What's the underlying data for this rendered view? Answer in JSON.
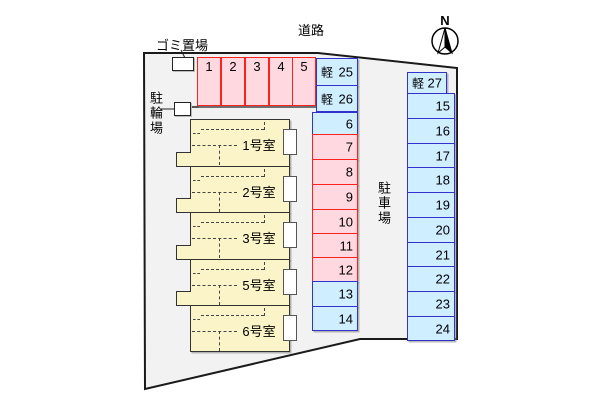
{
  "site": {
    "road_label": "道路",
    "north_label": "N",
    "garbage_label": "ゴミ置場",
    "bicycle_label": "駐輪場",
    "parking_lot_label": "駐車場"
  },
  "building": {
    "rooms": [
      {
        "label": "1号室"
      },
      {
        "label": "2号室"
      },
      {
        "label": "3号室"
      },
      {
        "label": "5号室"
      },
      {
        "label": "6号室"
      }
    ]
  },
  "parking": {
    "top_row": [
      "1",
      "2",
      "3",
      "4",
      "5"
    ],
    "middle_column": [
      {
        "kei": "軽",
        "num": "25"
      },
      {
        "kei": "軽",
        "num": "26"
      },
      {
        "num": "6"
      },
      {
        "num": "7"
      },
      {
        "num": "8"
      },
      {
        "num": "9"
      },
      {
        "num": "10"
      },
      {
        "num": "11"
      },
      {
        "num": "12"
      },
      {
        "num": "13"
      },
      {
        "num": "14"
      }
    ],
    "right_column": [
      {
        "kei": "軽",
        "num": "27"
      },
      {
        "num": "15"
      },
      {
        "num": "16"
      },
      {
        "num": "17"
      },
      {
        "num": "18"
      },
      {
        "num": "19"
      },
      {
        "num": "20"
      },
      {
        "num": "21"
      },
      {
        "num": "22"
      },
      {
        "num": "23"
      },
      {
        "num": "24"
      }
    ]
  },
  "colors": {
    "stall_pink_fill": "#ffd8e0",
    "stall_pink_border": "#ff2020",
    "stall_blue_fill": "#cfeeff",
    "stall_blue_border": "#3333cc",
    "site_fill": "#f2f2f2",
    "room_fill": "#fbf4c8"
  }
}
